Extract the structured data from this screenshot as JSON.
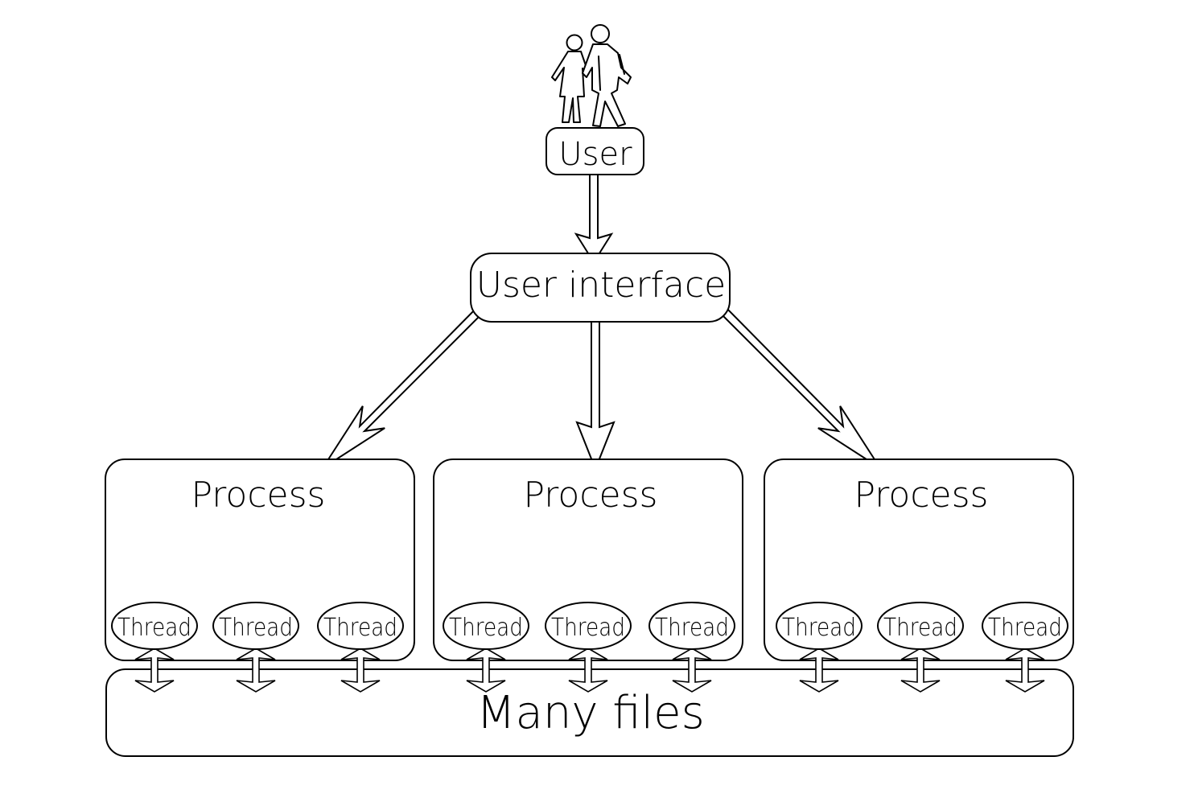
{
  "user": {
    "label": "User",
    "icon": "people-icon"
  },
  "ui": {
    "label": "User interface"
  },
  "processes": [
    {
      "label": "Process",
      "threads": [
        "Thread",
        "Thread",
        "Thread"
      ]
    },
    {
      "label": "Process",
      "threads": [
        "Thread",
        "Thread",
        "Thread"
      ]
    },
    {
      "label": "Process",
      "threads": [
        "Thread",
        "Thread",
        "Thread"
      ]
    }
  ],
  "files": {
    "label": "Many files"
  },
  "colors": {
    "stroke": "#000000",
    "fill": "#ffffff"
  }
}
